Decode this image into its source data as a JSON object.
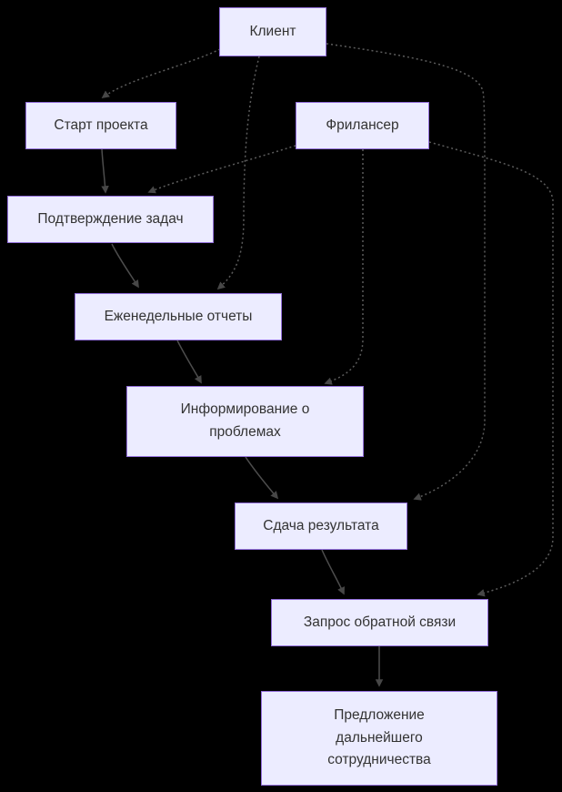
{
  "diagram": {
    "type": "flowchart",
    "direction": "top-down",
    "nodes": [
      {
        "id": "client",
        "label": "Клиент"
      },
      {
        "id": "project-start",
        "label": "Старт проекта"
      },
      {
        "id": "freelancer",
        "label": "Фрилансер"
      },
      {
        "id": "task-confirmation",
        "label": "Подтверждение задач"
      },
      {
        "id": "weekly-reports",
        "label": "Еженедельные отчеты"
      },
      {
        "id": "problem-informing",
        "label": "Информирование о\nпроблемах"
      },
      {
        "id": "result-delivery",
        "label": "Сдача результата"
      },
      {
        "id": "feedback-request",
        "label": "Запрос обратной связи"
      },
      {
        "id": "cooperation-proposal",
        "label": "Предложение\nдальнейшего\nсотрудничества"
      }
    ],
    "edges": [
      {
        "from": "client",
        "to": "project-start",
        "style": "dotted"
      },
      {
        "from": "client",
        "to": "weekly-reports",
        "style": "dotted"
      },
      {
        "from": "client",
        "to": "result-delivery",
        "style": "dotted"
      },
      {
        "from": "freelancer",
        "to": "task-confirmation",
        "style": "dotted"
      },
      {
        "from": "freelancer",
        "to": "problem-informing",
        "style": "dotted"
      },
      {
        "from": "freelancer",
        "to": "feedback-request",
        "style": "dotted"
      },
      {
        "from": "project-start",
        "to": "task-confirmation",
        "style": "solid"
      },
      {
        "from": "task-confirmation",
        "to": "weekly-reports",
        "style": "solid"
      },
      {
        "from": "weekly-reports",
        "to": "problem-informing",
        "style": "solid"
      },
      {
        "from": "problem-informing",
        "to": "result-delivery",
        "style": "solid"
      },
      {
        "from": "result-delivery",
        "to": "feedback-request",
        "style": "solid"
      },
      {
        "from": "feedback-request",
        "to": "cooperation-proposal",
        "style": "solid"
      }
    ],
    "colors": {
      "background": "#000000",
      "node_fill": "#ECECFF",
      "node_border": "#9370DB",
      "node_text": "#333333",
      "edge_solid": "#4d4d4d",
      "edge_dotted": "#5c5c5c",
      "arrowhead": "#474747"
    }
  }
}
